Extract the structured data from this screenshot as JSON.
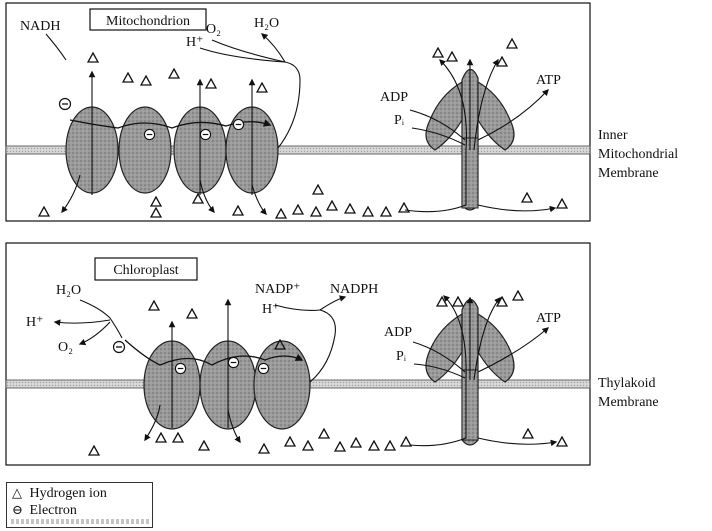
{
  "mitochondrion": {
    "title": "Mitochondrion",
    "nadh": "NADH",
    "h_plus": "H⁺",
    "o2": "O₂",
    "h2o": "H₂O",
    "adp": "ADP",
    "pi": "Pᵢ",
    "atp": "ATP",
    "membrane_label": [
      "Inner",
      "Mitochondrial",
      "Membrane"
    ]
  },
  "chloroplast": {
    "title": "Chloroplast",
    "h2o": "H₂O",
    "h_plus": "H⁺",
    "o2": "O₂",
    "nadp": "NADP⁺",
    "nadph": "NADPH",
    "h_plus_2": "H⁺",
    "adp": "ADP",
    "pi": "Pᵢ",
    "atp": "ATP",
    "membrane_label": [
      "Thylakoid",
      "Membrane"
    ]
  },
  "legend": {
    "hydrogen_ion": "Hydrogen ion",
    "electron": "Electron",
    "hydrogen_symbol": "△",
    "electron_symbol": "⊖"
  },
  "colors": {
    "protein_fill": "#8e8e8e",
    "membrane": "#bdbdbd",
    "ink": "#111111"
  }
}
